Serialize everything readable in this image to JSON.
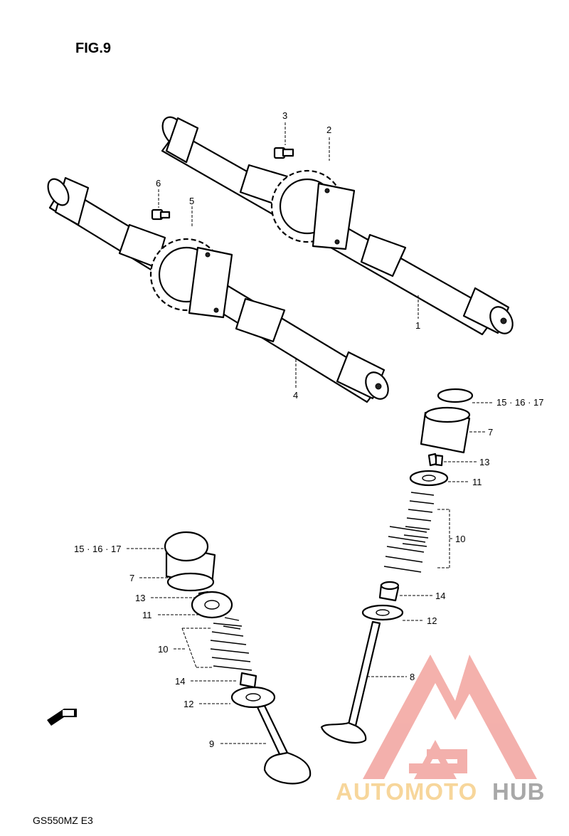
{
  "figure_title": "FIG.9",
  "model_code": "GS550MZ E3",
  "parts": {
    "p1": "1",
    "p2": "2",
    "p3": "3",
    "p4": "4",
    "p5": "5",
    "p6": "6",
    "p7_right": "7",
    "p7_left": "7",
    "p8": "8",
    "p9": "9",
    "p10_right": "10",
    "p10_left": "10",
    "p11_right": "11",
    "p11_left": "11",
    "p12_right": "12",
    "p12_left": "12",
    "p13_right": "13",
    "p13_left": "13",
    "p14_right": "14",
    "p14_left": "14",
    "p15_right": "15 · 16 · 17",
    "p15_left": "15 · 16 · 17"
  },
  "watermark": {
    "text_a": "AUTOMOTO",
    "text_b": "HUB",
    "color_primary": "#f2a39e",
    "color_secondary": "#f6d08a",
    "color_tertiary": "#9a9a9a"
  },
  "icons": {
    "front_arrow": "front-direction-arrow-icon"
  }
}
